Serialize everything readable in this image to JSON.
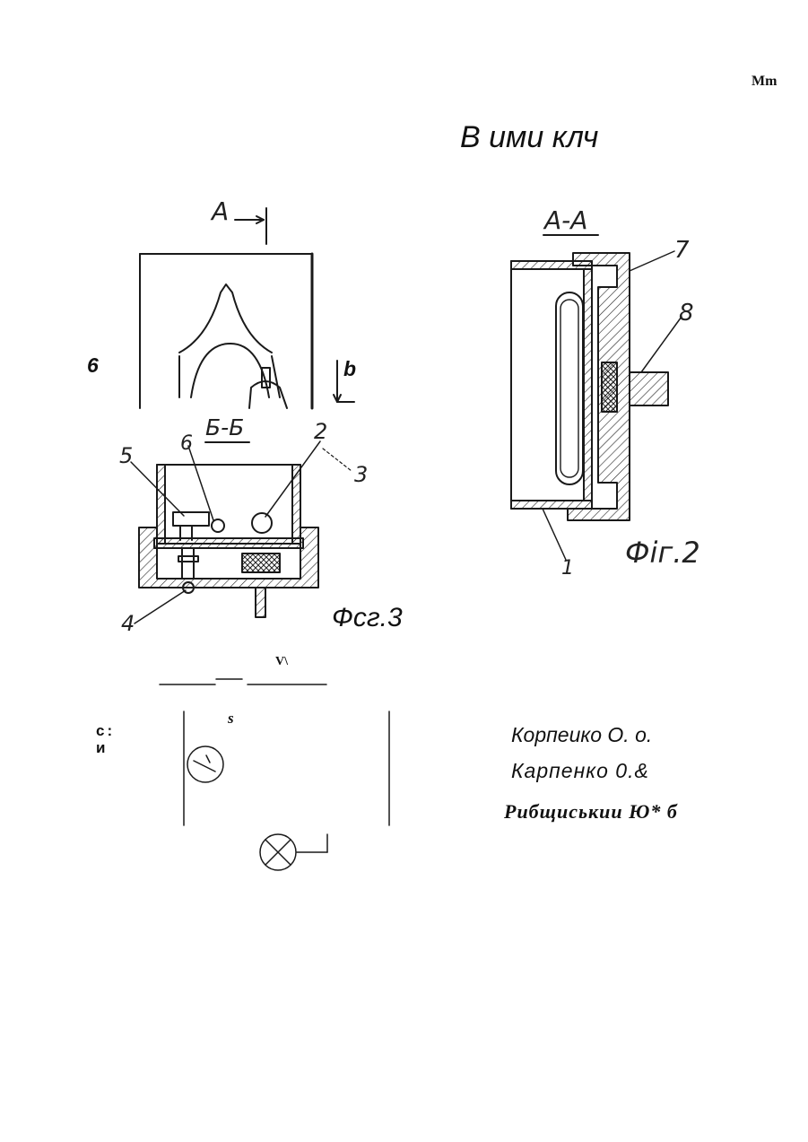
{
  "header": {
    "corner_mark": "Mm",
    "title": "В ими клч"
  },
  "figure3": {
    "section_a_label": "А",
    "left_side_label": "6",
    "right_side_label": "b",
    "section_bb_label": "Б-Б",
    "callout_6": "6",
    "callout_2": "2",
    "callout_3": "3",
    "callout_5": "5",
    "callout_4": "4",
    "caption": "Фсг.3"
  },
  "figure2": {
    "section_label": "А-А",
    "callout_7": "7",
    "callout_8": "8",
    "callout_1": "1",
    "caption": "Фіг.2"
  },
  "schematic": {
    "top_label": "V\\",
    "s_label": "s",
    "left_label_line1": "с:",
    "left_label_line2": "и"
  },
  "authors": {
    "line1": "Корпеико О. о.",
    "line2": "Карпенко 0.&",
    "line3": "Рибщиськии Ю* б"
  },
  "colors": {
    "ink": "#1a1a1a",
    "paper": "#ffffff"
  }
}
